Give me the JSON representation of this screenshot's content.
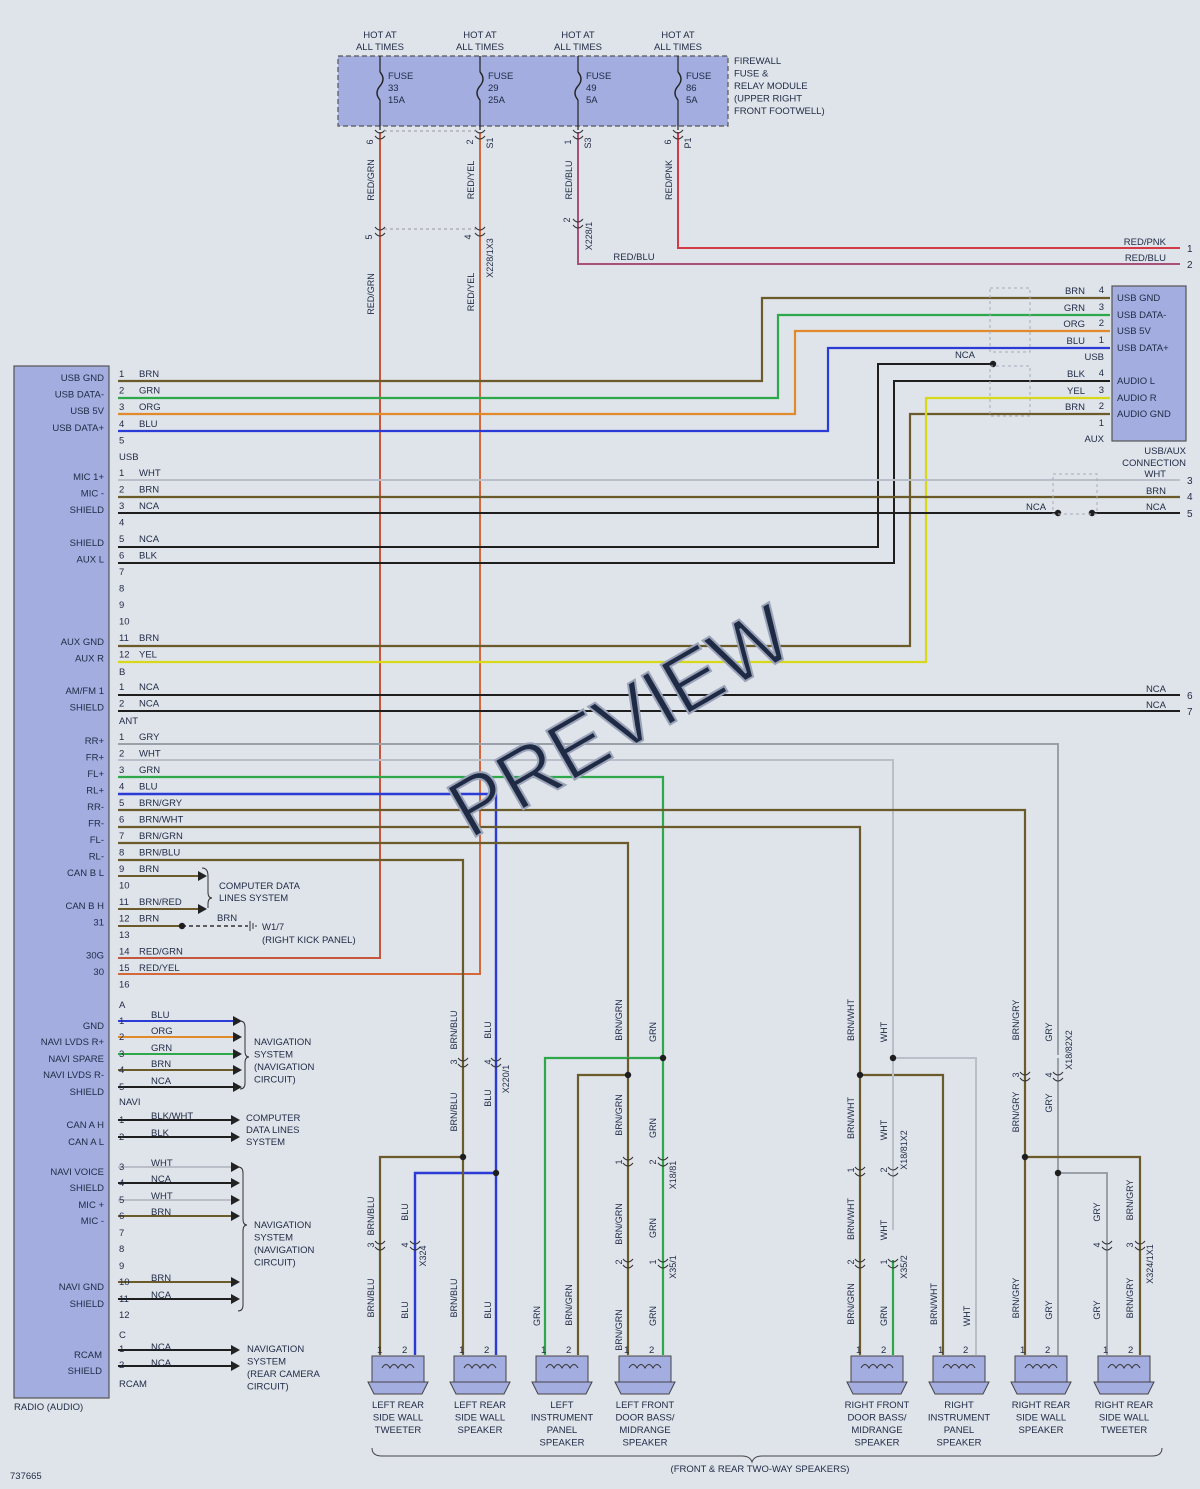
{
  "diagram_id": "737665",
  "watermark": "PREVIEW",
  "fuse_block": {
    "hot_label_1": "HOT AT",
    "hot_label_2": "ALL TIMES",
    "module_lines": [
      "FIREWALL",
      "FUSE &",
      "RELAY MODULE",
      "(UPPER RIGHT",
      "FRONT FOOTWELL)"
    ],
    "fuses": [
      {
        "lines": [
          "FUSE",
          "33",
          "15A"
        ],
        "pin": "6",
        "wire": "RED/GRN",
        "conn_pin": "5",
        "wire2": "RED/GRN"
      },
      {
        "lines": [
          "FUSE",
          "29",
          "25A"
        ],
        "pin": "2",
        "conn": "S1",
        "wire": "RED/YEL",
        "conn_pin": "4",
        "conn2": "X228/1X3",
        "wire2": "RED/YEL"
      },
      {
        "lines": [
          "FUSE",
          "49",
          "5A"
        ],
        "pin": "1",
        "conn": "S3",
        "wire": "RED/BLU",
        "conn_pin": "2",
        "conn2": "X228/1",
        "wire2": "RED/BLU"
      },
      {
        "lines": [
          "FUSE",
          "86",
          "5A"
        ],
        "pin": "6",
        "conn": "P1",
        "wire": "RED/PNK"
      }
    ]
  },
  "right_edge": {
    "wires": [
      {
        "label": "RED/PNK",
        "num": "1"
      },
      {
        "label": "RED/BLU",
        "num": "2"
      },
      {
        "label": "WHT",
        "num": "3"
      },
      {
        "label": "BRN",
        "num": "4"
      },
      {
        "label": "NCA",
        "num": "5"
      },
      {
        "label": "NCA",
        "num": "6"
      },
      {
        "label": "NCA",
        "num": "7"
      }
    ],
    "nca_splice": "NCA"
  },
  "usb_aux": {
    "usb_pins": [
      {
        "color": "BRN",
        "pin": "4",
        "name": "USB GND"
      },
      {
        "color": "GRN",
        "pin": "3",
        "name": "USB DATA-"
      },
      {
        "color": "ORG",
        "pin": "2",
        "name": "USB 5V"
      },
      {
        "color": "BLU",
        "pin": "1",
        "name": "USB DATA+"
      }
    ],
    "usb_group": "USB",
    "nca": "NCA",
    "aux_pins": [
      {
        "color": "BLK",
        "pin": "4",
        "name": "AUDIO L"
      },
      {
        "color": "YEL",
        "pin": "3",
        "name": "AUDIO R"
      },
      {
        "color": "BRN",
        "pin": "2",
        "name": "AUDIO GND"
      },
      {
        "color": "",
        "pin": "1",
        "name": ""
      }
    ],
    "aux_group": "AUX",
    "caption": [
      "USB/AUX",
      "CONNECTION"
    ]
  },
  "radio": {
    "caption": "RADIO (AUDIO)",
    "groups": {
      "usb": "USB",
      "b": "B",
      "ant": "ANT",
      "a": "A",
      "navi": "NAVI",
      "c": "C",
      "rcam": "RCAM"
    },
    "usb_pins": [
      {
        "name": "USB GND",
        "pin": "1",
        "color": "BRN"
      },
      {
        "name": "USB DATA-",
        "pin": "2",
        "color": "GRN"
      },
      {
        "name": "USB 5V",
        "pin": "3",
        "color": "ORG"
      },
      {
        "name": "USB DATA+",
        "pin": "4",
        "color": "BLU"
      },
      {
        "name": "",
        "pin": "5",
        "color": ""
      }
    ],
    "b_pins": [
      {
        "name": "MIC 1+",
        "pin": "1",
        "color": "WHT"
      },
      {
        "name": "MIC -",
        "pin": "2",
        "color": "BRN"
      },
      {
        "name": "SHIELD",
        "pin": "3",
        "color": "NCA"
      },
      {
        "name": "",
        "pin": "4",
        "color": ""
      },
      {
        "name": "SHIELD",
        "pin": "5",
        "color": "NCA"
      },
      {
        "name": "AUX L",
        "pin": "6",
        "color": "BLK"
      },
      {
        "name": "",
        "pin": "7",
        "color": ""
      },
      {
        "name": "",
        "pin": "8",
        "color": ""
      },
      {
        "name": "",
        "pin": "9",
        "color": ""
      },
      {
        "name": "",
        "pin": "10",
        "color": ""
      },
      {
        "name": "AUX GND",
        "pin": "11",
        "color": "BRN"
      },
      {
        "name": "AUX R",
        "pin": "12",
        "color": "YEL"
      }
    ],
    "ant_pins": [
      {
        "name": "AM/FM 1",
        "pin": "1",
        "color": "NCA"
      },
      {
        "name": "SHIELD",
        "pin": "2",
        "color": "NCA"
      }
    ],
    "a_pins": [
      {
        "name": "RR+",
        "pin": "1",
        "color": "GRY"
      },
      {
        "name": "FR+",
        "pin": "2",
        "color": "WHT"
      },
      {
        "name": "FL+",
        "pin": "3",
        "color": "GRN"
      },
      {
        "name": "RL+",
        "pin": "4",
        "color": "BLU"
      },
      {
        "name": "RR-",
        "pin": "5",
        "color": "BRN/GRY"
      },
      {
        "name": "FR-",
        "pin": "6",
        "color": "BRN/WHT"
      },
      {
        "name": "FL-",
        "pin": "7",
        "color": "BRN/GRN"
      },
      {
        "name": "RL-",
        "pin": "8",
        "color": "BRN/BLU"
      },
      {
        "name": "CAN B L",
        "pin": "9",
        "color": "BRN"
      },
      {
        "name": "",
        "pin": "10",
        "color": ""
      },
      {
        "name": "CAN B H",
        "pin": "11",
        "color": "BRN/RED"
      },
      {
        "name": "31",
        "pin": "12",
        "color": "BRN"
      },
      {
        "name": "",
        "pin": "13",
        "color": ""
      },
      {
        "name": "30G",
        "pin": "14",
        "color": "RED/GRN"
      },
      {
        "name": "30",
        "pin": "15",
        "color": "RED/YEL"
      },
      {
        "name": "",
        "pin": "16",
        "color": ""
      }
    ],
    "navi_pins": [
      {
        "name": "GND",
        "pin": "1",
        "color": "BLU"
      },
      {
        "name": "NAVI LVDS R+",
        "pin": "2",
        "color": "ORG"
      },
      {
        "name": "NAVI SPARE",
        "pin": "3",
        "color": "GRN"
      },
      {
        "name": "NAVI LVDS R-",
        "pin": "4",
        "color": "BRN"
      },
      {
        "name": "SHIELD",
        "pin": "5",
        "color": "NCA"
      }
    ],
    "c_pins": [
      {
        "name": "CAN A H",
        "pin": "1",
        "color": "BLK/WHT"
      },
      {
        "name": "CAN A L",
        "pin": "2",
        "color": "BLK"
      },
      {
        "name": "NAVI VOICE",
        "pin": "3",
        "color": "WHT"
      },
      {
        "name": "SHIELD",
        "pin": "4",
        "color": "NCA"
      },
      {
        "name": "MIC +",
        "pin": "5",
        "color": "WHT"
      },
      {
        "name": "MIC -",
        "pin": "6",
        "color": "BRN"
      },
      {
        "name": "",
        "pin": "7",
        "color": ""
      },
      {
        "name": "",
        "pin": "8",
        "color": ""
      },
      {
        "name": "",
        "pin": "9",
        "color": ""
      },
      {
        "name": "NAVI GND",
        "pin": "10",
        "color": "BRN"
      },
      {
        "name": "SHIELD",
        "pin": "11",
        "color": "NCA"
      },
      {
        "name": "",
        "pin": "12",
        "color": ""
      }
    ],
    "rcam_pins": [
      {
        "name": "RCAM",
        "pin": "1",
        "color": "NCA"
      },
      {
        "name": "SHIELD",
        "pin": "2",
        "color": "NCA"
      }
    ]
  },
  "systems": {
    "computer_data_lines": [
      "COMPUTER DATA",
      "LINES SYSTEM"
    ],
    "can_b_h_brn": "BRN",
    "ground": [
      "W1/7",
      "(RIGHT KICK PANEL)"
    ],
    "navigation_circuit": [
      "NAVIGATION",
      "SYSTEM",
      "(NAVIGATION",
      "CIRCUIT)"
    ],
    "computer_data_lines_3": [
      "COMPUTER",
      "DATA LINES",
      "SYSTEM"
    ],
    "navigation_camera": [
      "NAVIGATION",
      "SYSTEM",
      "(REAR CAMERA",
      "CIRCUIT)"
    ]
  },
  "speakers": [
    {
      "lines": [
        "LEFT REAR",
        "SIDE WALL",
        "TWEETER"
      ]
    },
    {
      "lines": [
        "LEFT REAR",
        "SIDE WALL",
        "SPEAKER"
      ]
    },
    {
      "lines": [
        "LEFT",
        "INSTRUMENT",
        "PANEL",
        "SPEAKER"
      ]
    },
    {
      "lines": [
        "LEFT FRONT",
        "DOOR BASS/",
        "MIDRANGE",
        "SPEAKER"
      ]
    },
    {
      "lines": [
        "RIGHT FRONT",
        "DOOR BASS/",
        "MIDRANGE",
        "SPEAKER"
      ]
    },
    {
      "lines": [
        "RIGHT",
        "INSTRUMENT",
        "PANEL",
        "SPEAKER"
      ]
    },
    {
      "lines": [
        "RIGHT REAR",
        "SIDE WALL",
        "SPEAKER"
      ]
    },
    {
      "lines": [
        "RIGHT REAR",
        "SIDE WALL",
        "TWEETER"
      ]
    }
  ],
  "speaker_group": "(FRONT & REAR TWO-WAY SPEAKERS)",
  "connectors": {
    "x220_1": "X220/1",
    "x324": "X324",
    "x18_81": "X18/81",
    "x35_1": "X35/1",
    "x18_81x2": "X18/81X2",
    "x35_2": "X35/2",
    "x18_82x2": "X18/82X2",
    "x324_1x1": "X324/1X1"
  },
  "wire_labels": {
    "brn_blu": "BRN/BLU",
    "blu": "BLU",
    "grn": "GRN",
    "brn_grn": "BRN/GRN",
    "brn_wht": "BRN/WHT",
    "wht": "WHT",
    "brn_gry": "BRN/GRY",
    "gry": "GRY"
  },
  "pins": {
    "p1": "1",
    "p2": "2",
    "p3": "3",
    "p4": "4"
  },
  "colors": {
    "brn": "#6b5a2a",
    "grn": "#2ea84a",
    "org": "#e08a2c",
    "blu": "#2b3bd6",
    "blk": "#1e1e1e",
    "yel": "#d8d81a",
    "wht": "#b9bec8",
    "gry": "#9aa0a8",
    "red_grn": "#c5553b",
    "red_yel": "#d5683a",
    "red_blu": "#a8507a",
    "red_pnk": "#d33a46",
    "box": "#a3addf"
  }
}
